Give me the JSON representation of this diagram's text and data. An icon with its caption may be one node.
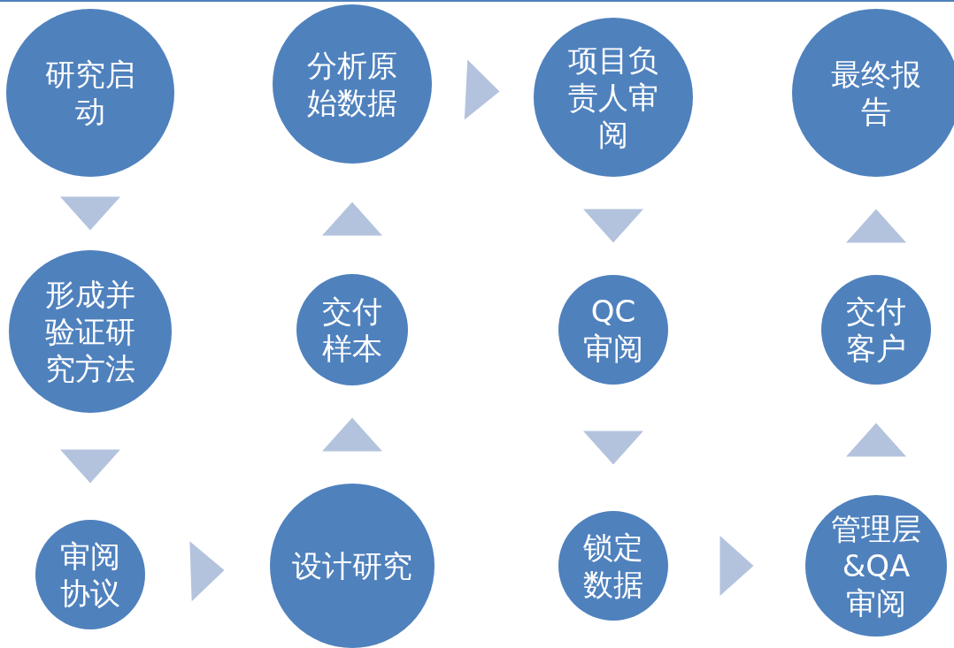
{
  "diagram": {
    "nodes": [
      {
        "text": [
          "研究启动"
        ]
      },
      {
        "text": [
          "形成并验证研究方法"
        ]
      },
      {
        "text": [
          "审阅协议"
        ]
      },
      {
        "text": [
          "设计研究"
        ]
      },
      {
        "text": [
          "交付样本"
        ]
      },
      {
        "text": [
          "分析原始数据"
        ]
      },
      {
        "text": [
          "项目负责人审阅"
        ]
      },
      {
        "text": [
          "QC审阅"
        ]
      },
      {
        "text": [
          "锁定数据"
        ]
      },
      {
        "text": [
          "管理层&QA审阅"
        ]
      },
      {
        "text": [
          "交付客户"
        ]
      },
      {
        "text": [
          "最终报告"
        ]
      }
    ],
    "edges": [
      {
        "from": 0,
        "to": 1,
        "arrow": "to"
      },
      {
        "from": 1,
        "to": 2,
        "arrow": "to"
      },
      {
        "from": 2,
        "to": 3,
        "arrow": "to"
      },
      {
        "from": 3,
        "to": 4,
        "arrow": "to"
      },
      {
        "from": 4,
        "to": 5,
        "arrow": "to"
      },
      {
        "from": 5,
        "to": 6,
        "arrow": "to"
      },
      {
        "from": 6,
        "to": 7,
        "arrow": "to"
      },
      {
        "from": 7,
        "to": 8,
        "arrow": "to"
      },
      {
        "from": 8,
        "to": 9,
        "arrow": "to"
      },
      {
        "from": 9,
        "to": 10,
        "arrow": "to"
      },
      {
        "from": 10,
        "to": 11,
        "arrow": "to"
      }
    ]
  }
}
